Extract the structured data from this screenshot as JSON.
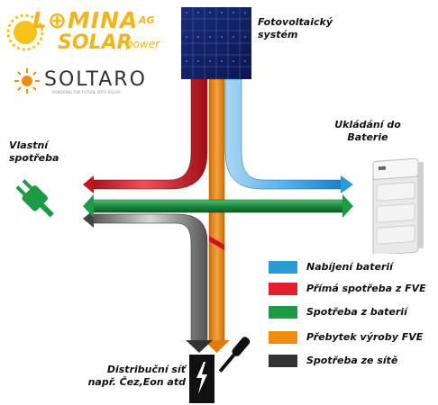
{
  "logos": {
    "lumina_line1": "L⊕MINA",
    "lumina_ag": "AG",
    "lumina_line2": "SOLAR",
    "lumina_power": "power",
    "soltaro_name": "SOLTARO",
    "soltaro_tagline": "POWERING THE FUTURE WITH SOLAR"
  },
  "labels": {
    "pv_system": "Fotovoltaický systém",
    "own_consumption": "Vlastní spotřeba",
    "battery_storage": "Ukládání do Baterie",
    "grid": "Distribuční síť např. Čez,Eon atd"
  },
  "legend": [
    {
      "label": "Nabíjení baterií",
      "color": "#2a9ad8"
    },
    {
      "label": "Přímá spotřeba z FVE",
      "color": "#e01e2c"
    },
    {
      "label": "Spotřeba z baterií",
      "color": "#1d9a45"
    },
    {
      "label": "Přebytek výroby FVE",
      "color": "#f08c10"
    },
    {
      "label": "Spotřeba ze sítě",
      "color": "#333333"
    }
  ],
  "icons": {
    "plug": "plug-icon",
    "grid": "power-socket-icon",
    "screwdriver": "screwdriver-icon",
    "battery": "battery-icon",
    "solar_panel": "solar-panel-icon"
  }
}
